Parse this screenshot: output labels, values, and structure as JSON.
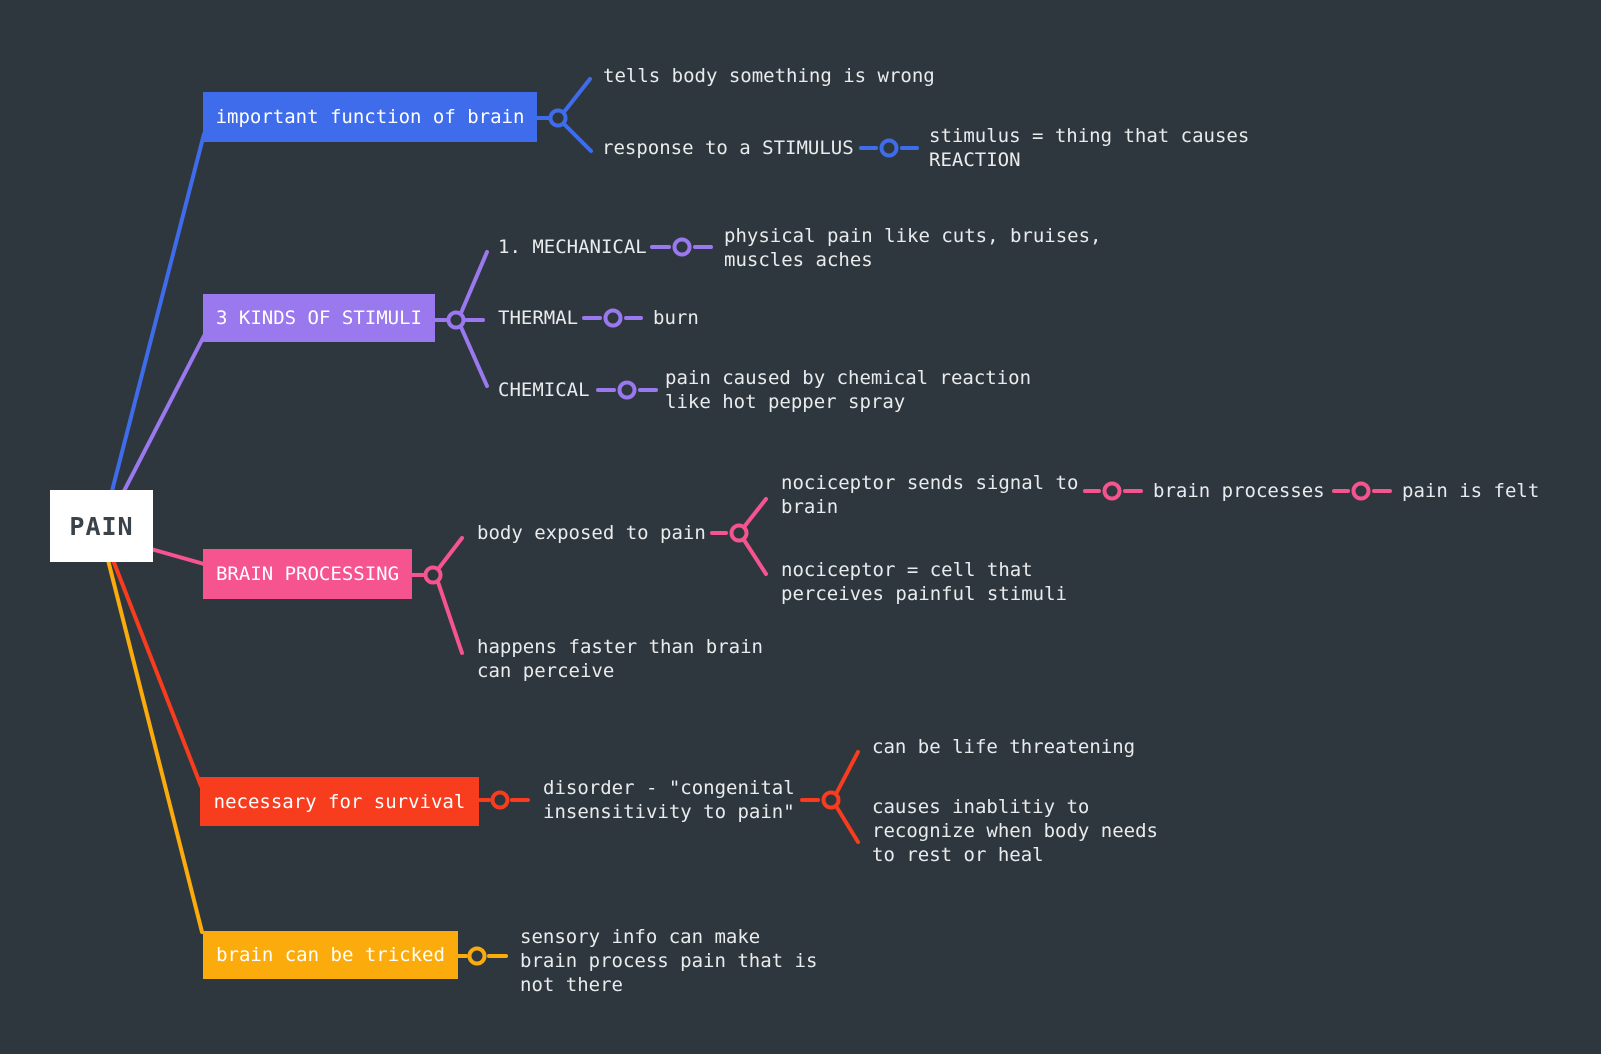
{
  "title": "PAIN mind map",
  "colors": {
    "background": "#2f373e",
    "root_bg": "#ffffff",
    "root_text": "#3a424a",
    "note_text": "#e9eced",
    "blue": "#3e6ceb",
    "purple": "#9a78ee",
    "pink": "#f5548f",
    "red": "#f83c1e",
    "orange": "#fcab0c"
  },
  "root": {
    "label": "PAIN"
  },
  "branches": {
    "function": {
      "label": "important function of brain",
      "tells": "tells body something is wrong",
      "response": "response to a STIMULUS",
      "stimulus_def": "stimulus = thing that causes\nREACTION"
    },
    "stimuli": {
      "label": "3 KINDS OF STIMULI",
      "mechanical": "1. MECHANICAL",
      "mechanical_def": "physical pain like cuts, bruises,\nmuscles aches",
      "thermal": "THERMAL",
      "thermal_def": "burn",
      "chemical": "CHEMICAL",
      "chemical_def": "pain caused by chemical reaction\nlike hot pepper spray"
    },
    "processing": {
      "label": "BRAIN PROCESSING",
      "exposed": "body exposed to pain",
      "signal": "nociceptor sends signal to\nbrain",
      "processes": "brain processes",
      "felt": "pain is felt",
      "nociceptor_def": "nociceptor = cell that\nperceives painful stimuli",
      "faster": "happens faster than brain\ncan perceive"
    },
    "survival": {
      "label": "necessary for survival",
      "disorder": "disorder - \"congenital\ninsensitivity to pain\"",
      "threat": "can be life threatening",
      "inability": "causes inablitiy to\nrecognize when body needs\nto rest or heal"
    },
    "tricked": {
      "label": "brain can be tricked",
      "sensory": "sensory info can make\nbrain process pain that is\nnot there"
    }
  }
}
